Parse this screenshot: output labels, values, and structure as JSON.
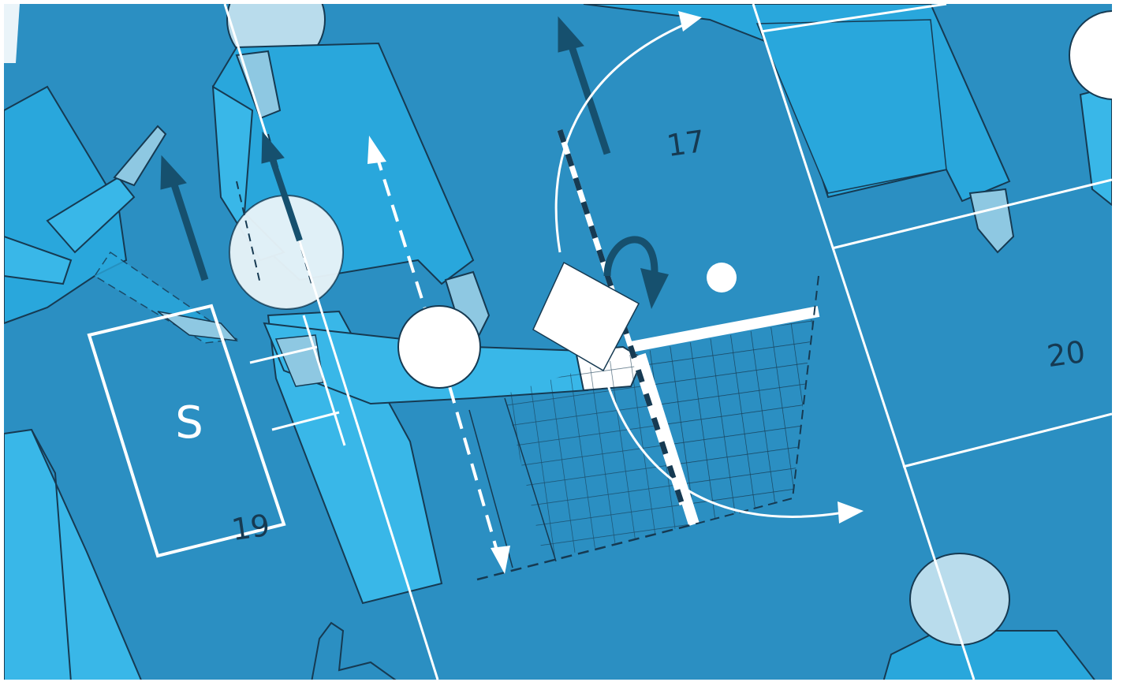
{
  "illustration": {
    "colors": {
      "court": "#2b8fc2",
      "figure": "#29a7dc",
      "figure_light": "#39b7e8",
      "head": "#b9dcec",
      "skin": "#8ec8e2",
      "line": "#ffffff",
      "outline": "#163a52",
      "dark_arrow": "#16506e"
    },
    "labels": {
      "zone_letter": "S",
      "player_17": "17",
      "player_19": "19",
      "player_20": "20"
    }
  }
}
